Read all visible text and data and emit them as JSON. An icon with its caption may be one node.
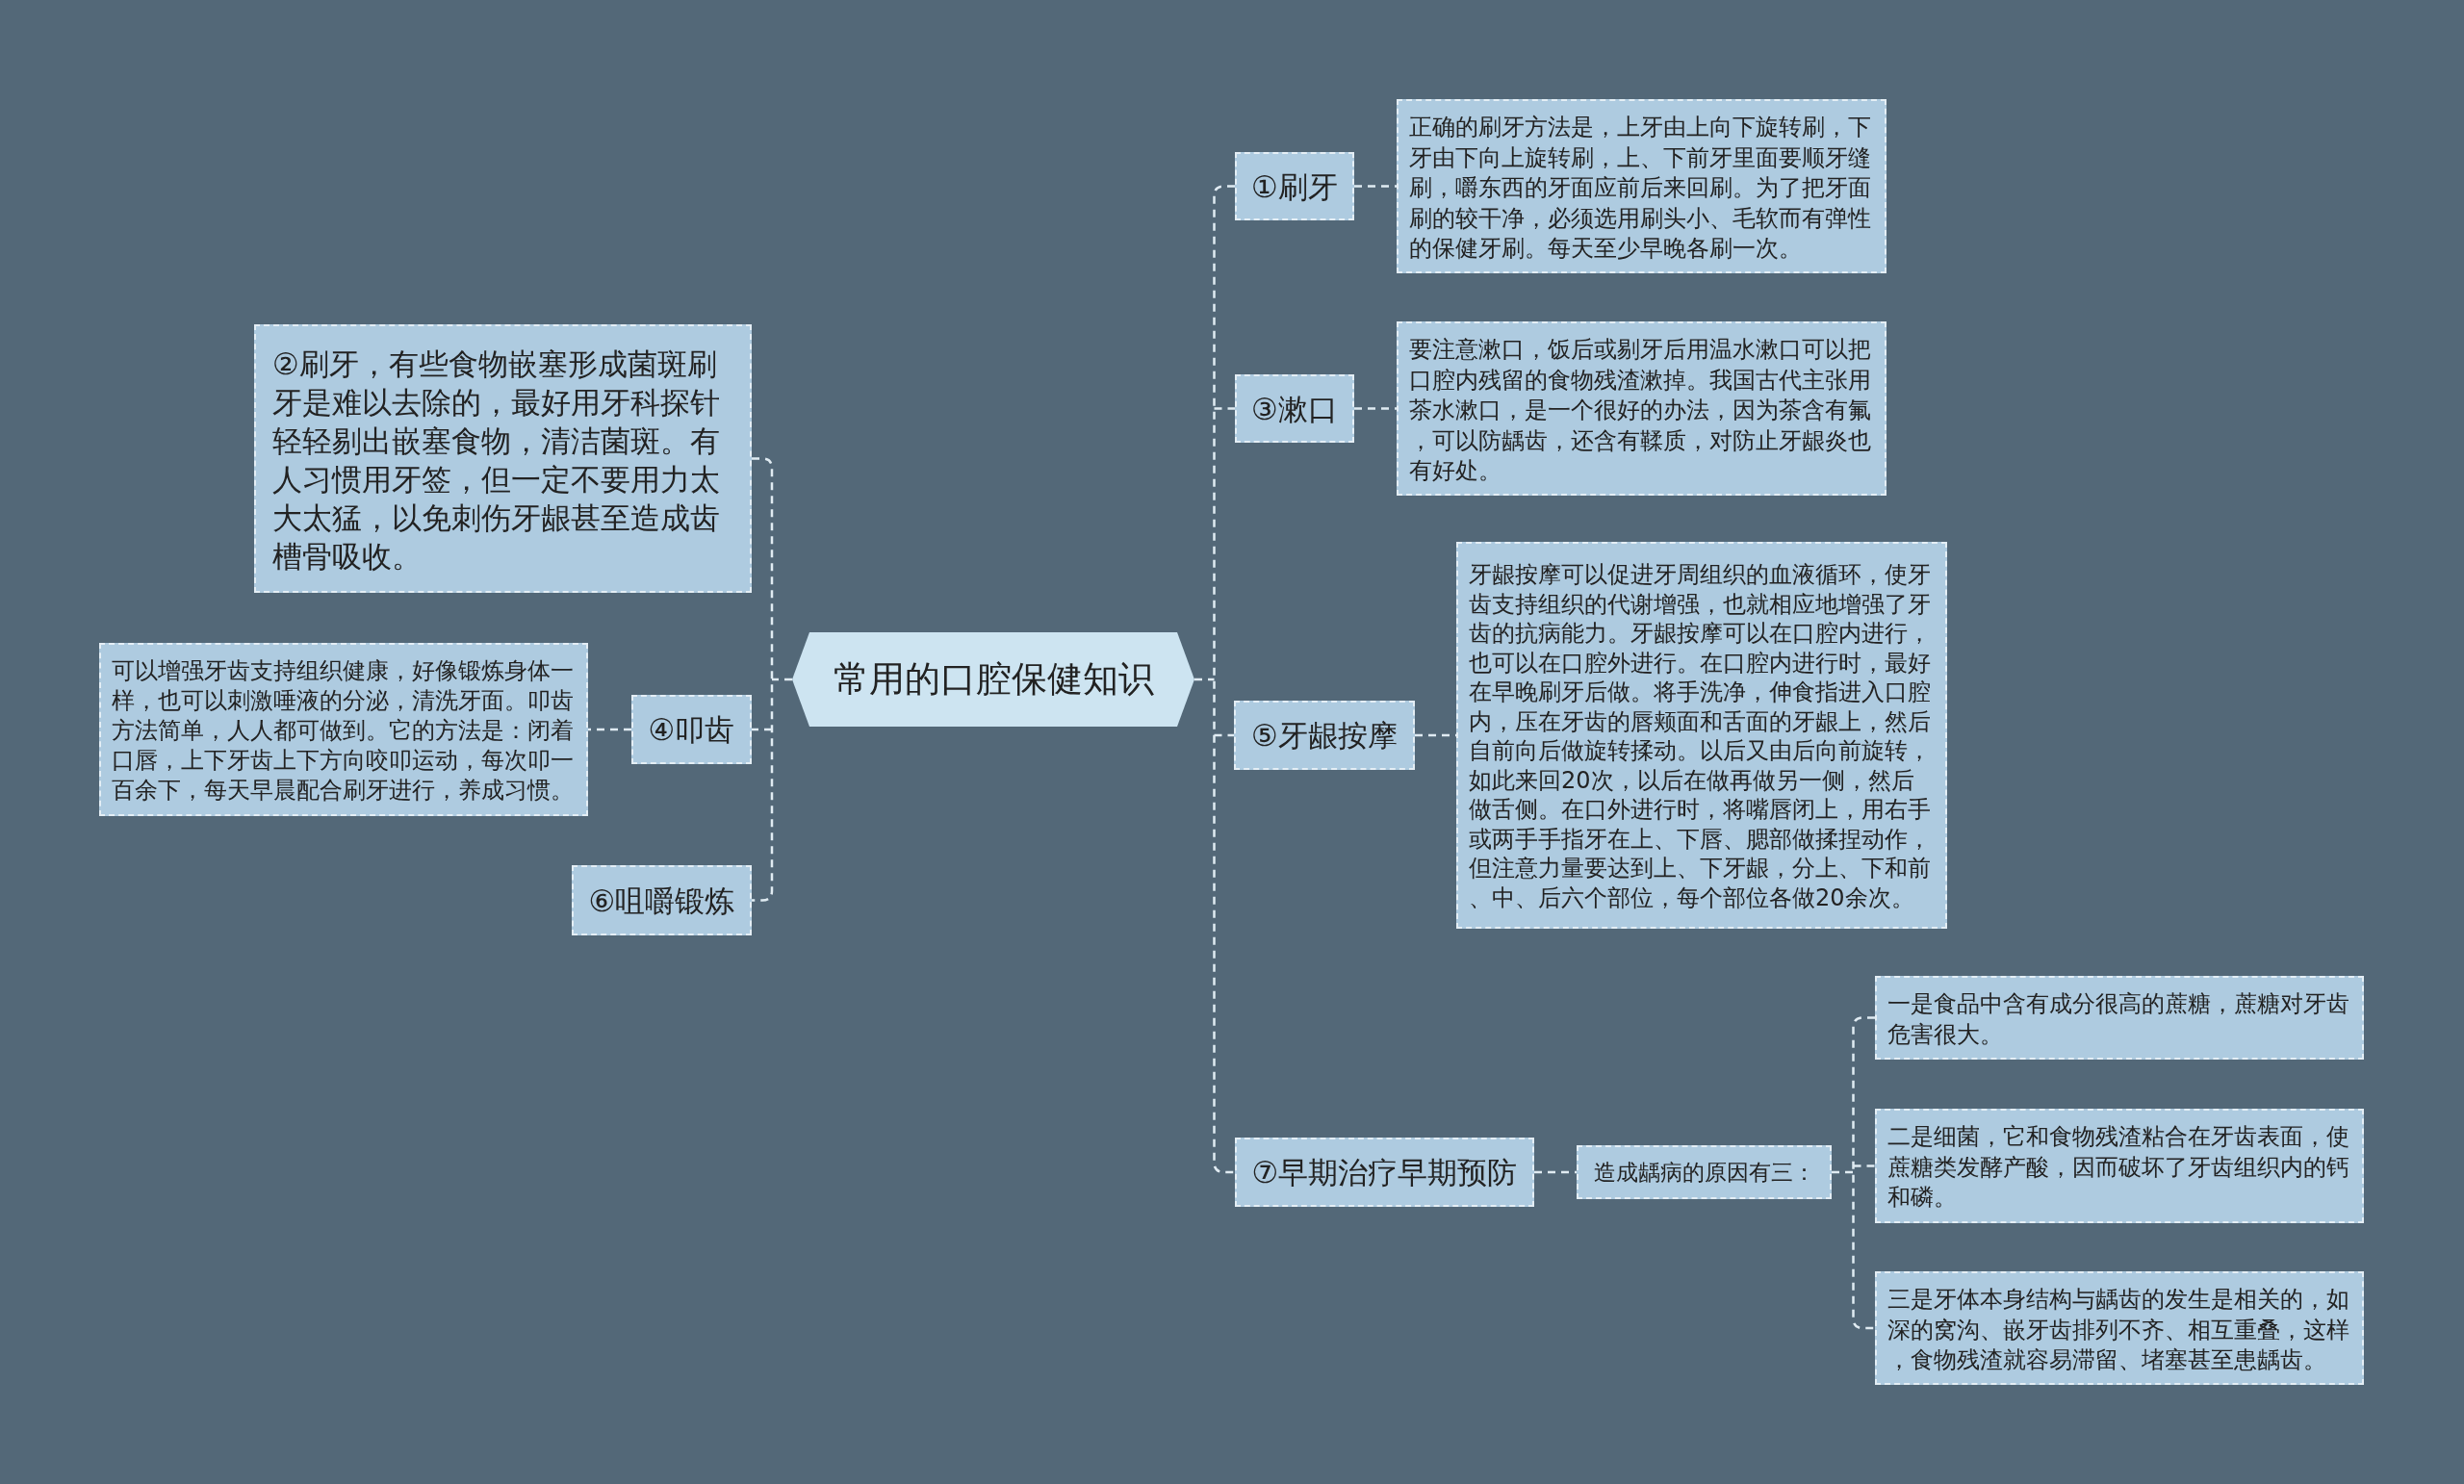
{
  "diagram": {
    "nodes": [
      {
        "text": [
          "常用的口腔保健知识"
        ]
      },
      {
        "text": [
          "①刷牙"
        ]
      },
      {
        "text": [
          "正确的刷牙方法是，上牙由上向下旋转刷，下牙由下向上旋转刷，上、下前牙里面要顺牙缝刷，嚼东西的牙面应前后来回刷。为了把牙面刷的较干净，必须选用刷头小、毛软而有弹性的保健牙刷。每天至少早晚各刷一次。"
        ]
      },
      {
        "text": [
          "②刷牙，有些食物嵌塞形成菌斑刷牙是难以去除的，最好用牙科探针轻轻剔出嵌塞食物，清洁菌斑。有人习惯用牙签，但一定不要用力太大太猛，以免刺伤牙龈甚至造成齿槽骨吸收。"
        ]
      },
      {
        "text": [
          "③漱口"
        ]
      },
      {
        "text": [
          "要注意漱口，饭后或剔牙后用温水漱口可以把口腔内残留的食物残渣漱掉。我国古代主张用茶水漱口，是一个很好的办法，因为茶含有氟，可以防龋齿，还含有鞣质，对防止牙龈炎也有好处。"
        ]
      },
      {
        "text": [
          "④叩齿"
        ]
      },
      {
        "text": [
          "可以增强牙齿支持组织健康，好像锻炼身体一样，也可以刺激唾液的分泌，清洗牙面。叩齿方法简单，人人都可做到。它的方法是：闭着口唇，上下牙齿上下方向咬叩运动，每次叩一百余下，每天早晨配合刷牙进行，养成习惯。"
        ]
      },
      {
        "text": [
          "⑤牙龈按摩"
        ]
      },
      {
        "text": [
          "牙龈按摩可以促进牙周组织的血液循环，使牙齿支持组织的代谢增强，也就相应地增强了牙齿的抗病能力。牙龈按摩可以在口腔内进行，也可以在口腔外进行。在口腔内进行时，最好在早晚刷牙后做。将手洗净，伸食指进入口腔内，压在牙齿的唇颊面和舌面的牙龈上，然后自前向后做旋转揉动。以后又由后向前旋转，如此来回20次，以后在做再做另一侧，然后做舌侧。在口外进行时，将嘴唇闭上，用右手或两手手指牙在上、下唇、腮部做揉捏动作，但注意力量要达到上、下牙龈，分上、下和前、中、后六个部位，每个部位各做20余次。"
        ]
      },
      {
        "text": [
          "⑥咀嚼锻炼"
        ]
      },
      {
        "text": [
          "⑦早期治疗早期预防"
        ]
      },
      {
        "text": [
          "造成龋病的原因有三："
        ]
      },
      {
        "text": [
          "一是食品中含有成分很高的蔗糖，蔗糖对牙齿危害很大。"
        ]
      },
      {
        "text": [
          "二是细菌，它和食物残渣粘合在牙齿表面，使蔗糖类发酵产酸，因而破坏了牙齿组织内的钙和磷。"
        ]
      },
      {
        "text": [
          "三是牙体本身结构与龋齿的发生是相关的，如深的窝沟、嵌牙齿排列不齐、相互重叠，这样，食物残渣就容易滞留、堵塞甚至患龋齿。"
        ]
      }
    ],
    "edges": [
      {
        "from": 0,
        "to": 1,
        "arrow": "none"
      },
      {
        "from": 1,
        "to": 2,
        "arrow": "none"
      },
      {
        "from": 0,
        "to": 3,
        "arrow": "none"
      },
      {
        "from": 0,
        "to": 4,
        "arrow": "none"
      },
      {
        "from": 4,
        "to": 5,
        "arrow": "none"
      },
      {
        "from": 0,
        "to": 6,
        "arrow": "none"
      },
      {
        "from": 6,
        "to": 7,
        "arrow": "none"
      },
      {
        "from": 0,
        "to": 8,
        "arrow": "none"
      },
      {
        "from": 8,
        "to": 9,
        "arrow": "none"
      },
      {
        "from": 0,
        "to": 10,
        "arrow": "none"
      },
      {
        "from": 0,
        "to": 11,
        "arrow": "none"
      },
      {
        "from": 11,
        "to": 12,
        "arrow": "none"
      },
      {
        "from": 12,
        "to": 13,
        "arrow": "none"
      },
      {
        "from": 12,
        "to": 14,
        "arrow": "none"
      },
      {
        "from": 12,
        "to": 15,
        "arrow": "none"
      }
    ]
  }
}
